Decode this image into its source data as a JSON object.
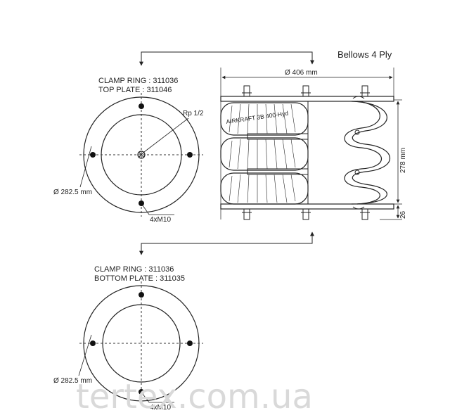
{
  "product": {
    "bellows_label": "Bellows 4 Ply",
    "model_marking": "AIRKRAFT 3B 400-Hyd"
  },
  "dimensions": {
    "outer_diameter": "Ø 406 mm",
    "height": "278 mm",
    "plate_offset": "26"
  },
  "top_plate_view": {
    "clamp_ring_label": "CLAMP RING   : 311036",
    "plate_label": "TOP PLATE     : 311046",
    "port_label": "Rp 1/2",
    "bolt_circle_label": "Ø 282.5 mm",
    "bolts_label": "4xM10"
  },
  "bottom_plate_view": {
    "clamp_ring_label": "CLAMP RING    : 311036",
    "plate_label": "BOTTOM PLATE : 311035",
    "bolt_circle_label": "Ø 282.5 mm",
    "bolts_label": "4xM10"
  },
  "watermark": "tertex.com.ua",
  "colors": {
    "line": "#222222",
    "watermark": "#d9d9d9"
  }
}
